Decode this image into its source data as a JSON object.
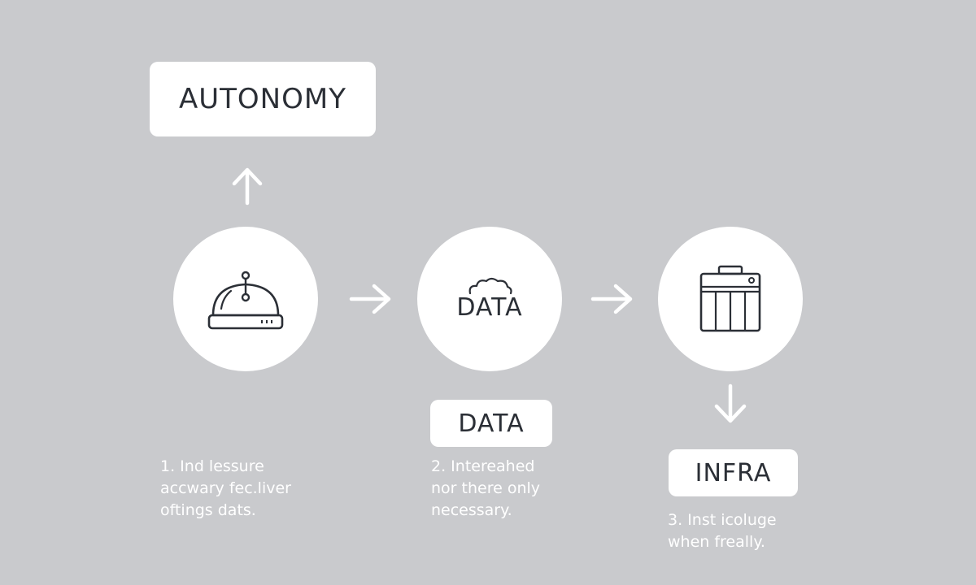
{
  "colors": {
    "background": "#c9cacd",
    "node_fill": "#ffffff",
    "ink": "#2b2f36",
    "arrow": "#ffffff",
    "caption_text": "#ffffff"
  },
  "top_label": {
    "text": "AUTONOMY"
  },
  "nodes": [
    {
      "icon": "bell-icon",
      "text": ""
    },
    {
      "icon": "cloud-icon",
      "text": "DATA"
    },
    {
      "icon": "server-rack-icon",
      "text": ""
    }
  ],
  "node_labels": {
    "data": "DATA",
    "infra": "INFRA"
  },
  "captions": [
    {
      "lines": [
        "1.  Ind lessure",
        "accwary fec.liver",
        "oftings dats."
      ]
    },
    {
      "lines": [
        "2.  Intereahed",
        "nor there only",
        "necessary."
      ]
    },
    {
      "lines": [
        "3.  Inst icoluge",
        "when freally."
      ]
    }
  ]
}
